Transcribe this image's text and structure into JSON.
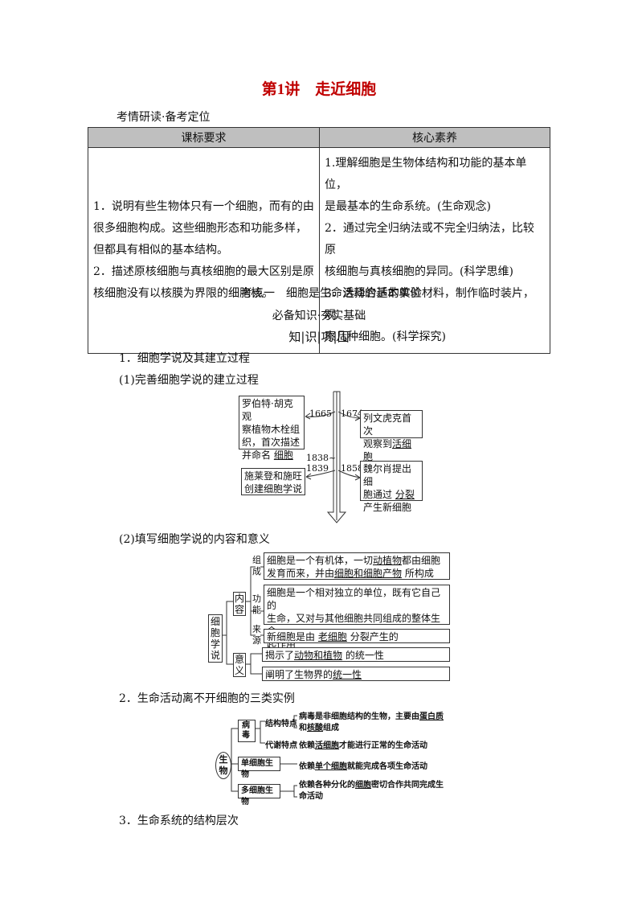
{
  "title": "第1讲　走近细胞",
  "section1": "考情研读·备考定位",
  "table": {
    "headers": [
      "课标要求",
      "核心素养"
    ],
    "left_lines": [
      "1．说明有些生物体只有一个细胞，而有的由",
      "很多细胞构成。这些细胞形态和功能多样，",
      "但都具有相似的基本结构。",
      "2．描述原核细胞与真核细胞的最大区别是原",
      "核细胞没有以核膜为界限的细胞核。"
    ],
    "right_lines": [
      "1.理解细胞是生物体结构和功能的基本单位，",
      "是最基本的生命系统。(生命观念)",
      "2．通过完全归纳法或不完全归纳法，比较原",
      "核细胞与真核细胞的异同。(科学思维)",
      "3．选择合适的实验材料，制作临时装片，观",
      "察几种细胞。(科学探究)"
    ]
  },
  "kaodian": "考点一　细胞是生命活动的基本单位",
  "bibei": "必备知识·夯实基础",
  "zhishi": "知|识|巩|固",
  "h1": "1．细胞学说及其建立过程",
  "h1a": "(1)完善细胞学说的建立过程",
  "timeline": {
    "y1665": "1665",
    "y1674": "1674",
    "y1838": "1838~",
    "y1839": "1839",
    "y1858": "1858",
    "hooke": [
      "罗伯特·胡克观",
      "察植物木栓组",
      "织，首次描述",
      "并命名"
    ],
    "hooke_ans": "细胞",
    "leeu": [
      "列文虎克首次",
      "观察到"
    ],
    "leeu_ans": "活细胞",
    "schleiden": [
      "施莱登和施旺",
      "创建细胞学说"
    ],
    "virchow": [
      "魏尔肖提出细",
      "胞通过"
    ],
    "virchow_ans": "分裂",
    "virchow_end": "产生新细胞"
  },
  "h1b": "(2)填写细胞学说的内容和意义",
  "theory": {
    "root": "细胞学说",
    "neirong": "内容",
    "yiyi": "意义",
    "zucheng": "组成",
    "gongneng": "功能",
    "laiyuan": "来源",
    "zc_a": "细胞是一个有机体，一切",
    "zc_ans1": "动植物",
    "zc_b": "都由细胞",
    "zc_c": "发育而来，并由",
    "zc_ans2": "细胞和细胞产物",
    "zc_d": "所构成",
    "gn_lines": [
      "细胞是一个相对独立的单位，既有它自己的",
      "生命，又对与其他细胞共同组成的整体生命",
      "起作用"
    ],
    "ly_a": "新细胞是由",
    "ly_ans": "老细胞",
    "ly_b": "分裂产生的",
    "yy1_a": "揭示了",
    "yy1_ans": "动物和植物",
    "yy1_b": "的统一性",
    "yy2_a": "阐明了生物界的",
    "yy2_ans": "统一性"
  },
  "h2": "2．生命活动离不开细胞的三类实例",
  "examples": {
    "root": "生物",
    "virus": "病毒",
    "struct_label": "结构特点",
    "struct_a": "病毒是非细胞结构的生物，主要由",
    "struct_ans1": "蛋白质",
    "struct_b": "和",
    "struct_ans2": "核酸",
    "struct_c": "组成",
    "meta_label": "代谢特点",
    "meta_a": "依赖",
    "meta_ans": "活细胞",
    "meta_b": "才能进行正常的生命活动",
    "single_label": "单细胞生物",
    "single_a": "依赖",
    "single_ans": "单个细胞",
    "single_b": "就能完成各项生命活动",
    "multi_label": "多细胞生物",
    "multi_a": "依赖各种分化的",
    "multi_ans": "细胞",
    "multi_b": "密切合作共同完成生",
    "multi_c": "命活动"
  },
  "h3": "3．生命系统的结构层次"
}
